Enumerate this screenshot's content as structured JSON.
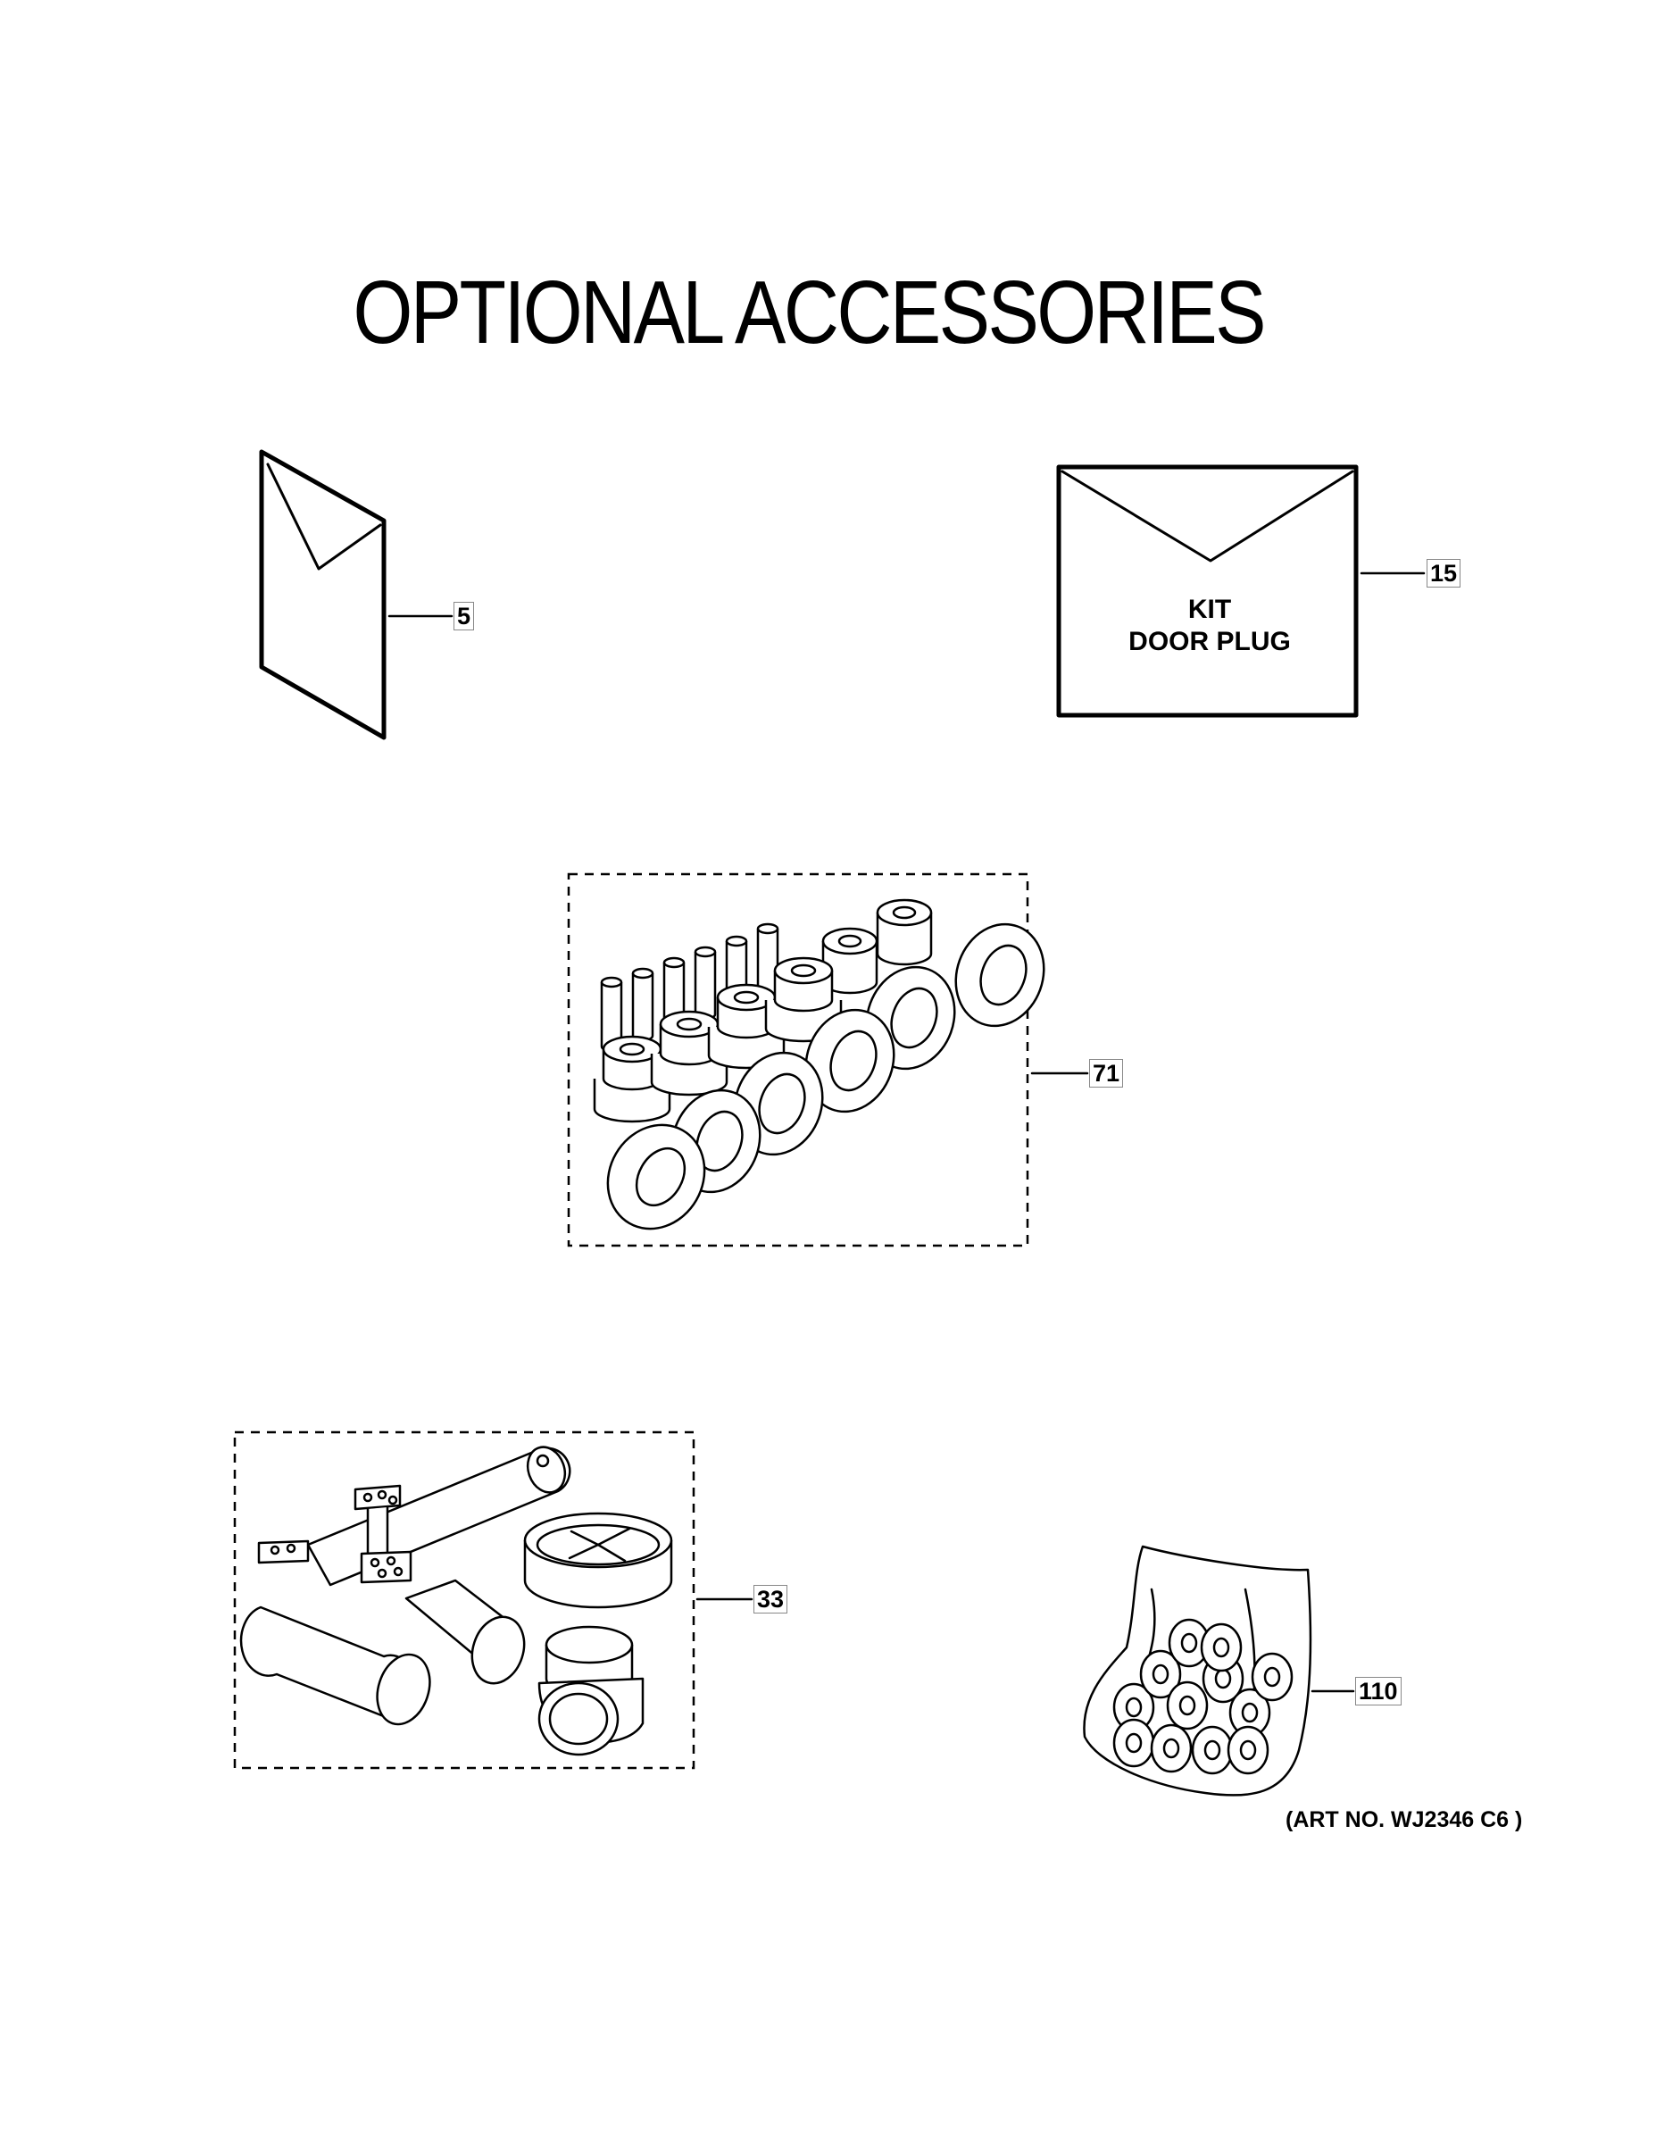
{
  "title": "OPTIONAL ACCESSORIES",
  "kit_label": [
    "KIT",
    "DOOR PLUG"
  ],
  "callouts": [
    "5",
    "15",
    "71",
    "33",
    "110"
  ],
  "art_no": "(ART NO. WJ2346 C6 )",
  "icons": [
    "manual-booklet-icon",
    "envelope-icon",
    "spacer-kit-icon",
    "drain-kit-icon",
    "screw-bag-icon"
  ]
}
